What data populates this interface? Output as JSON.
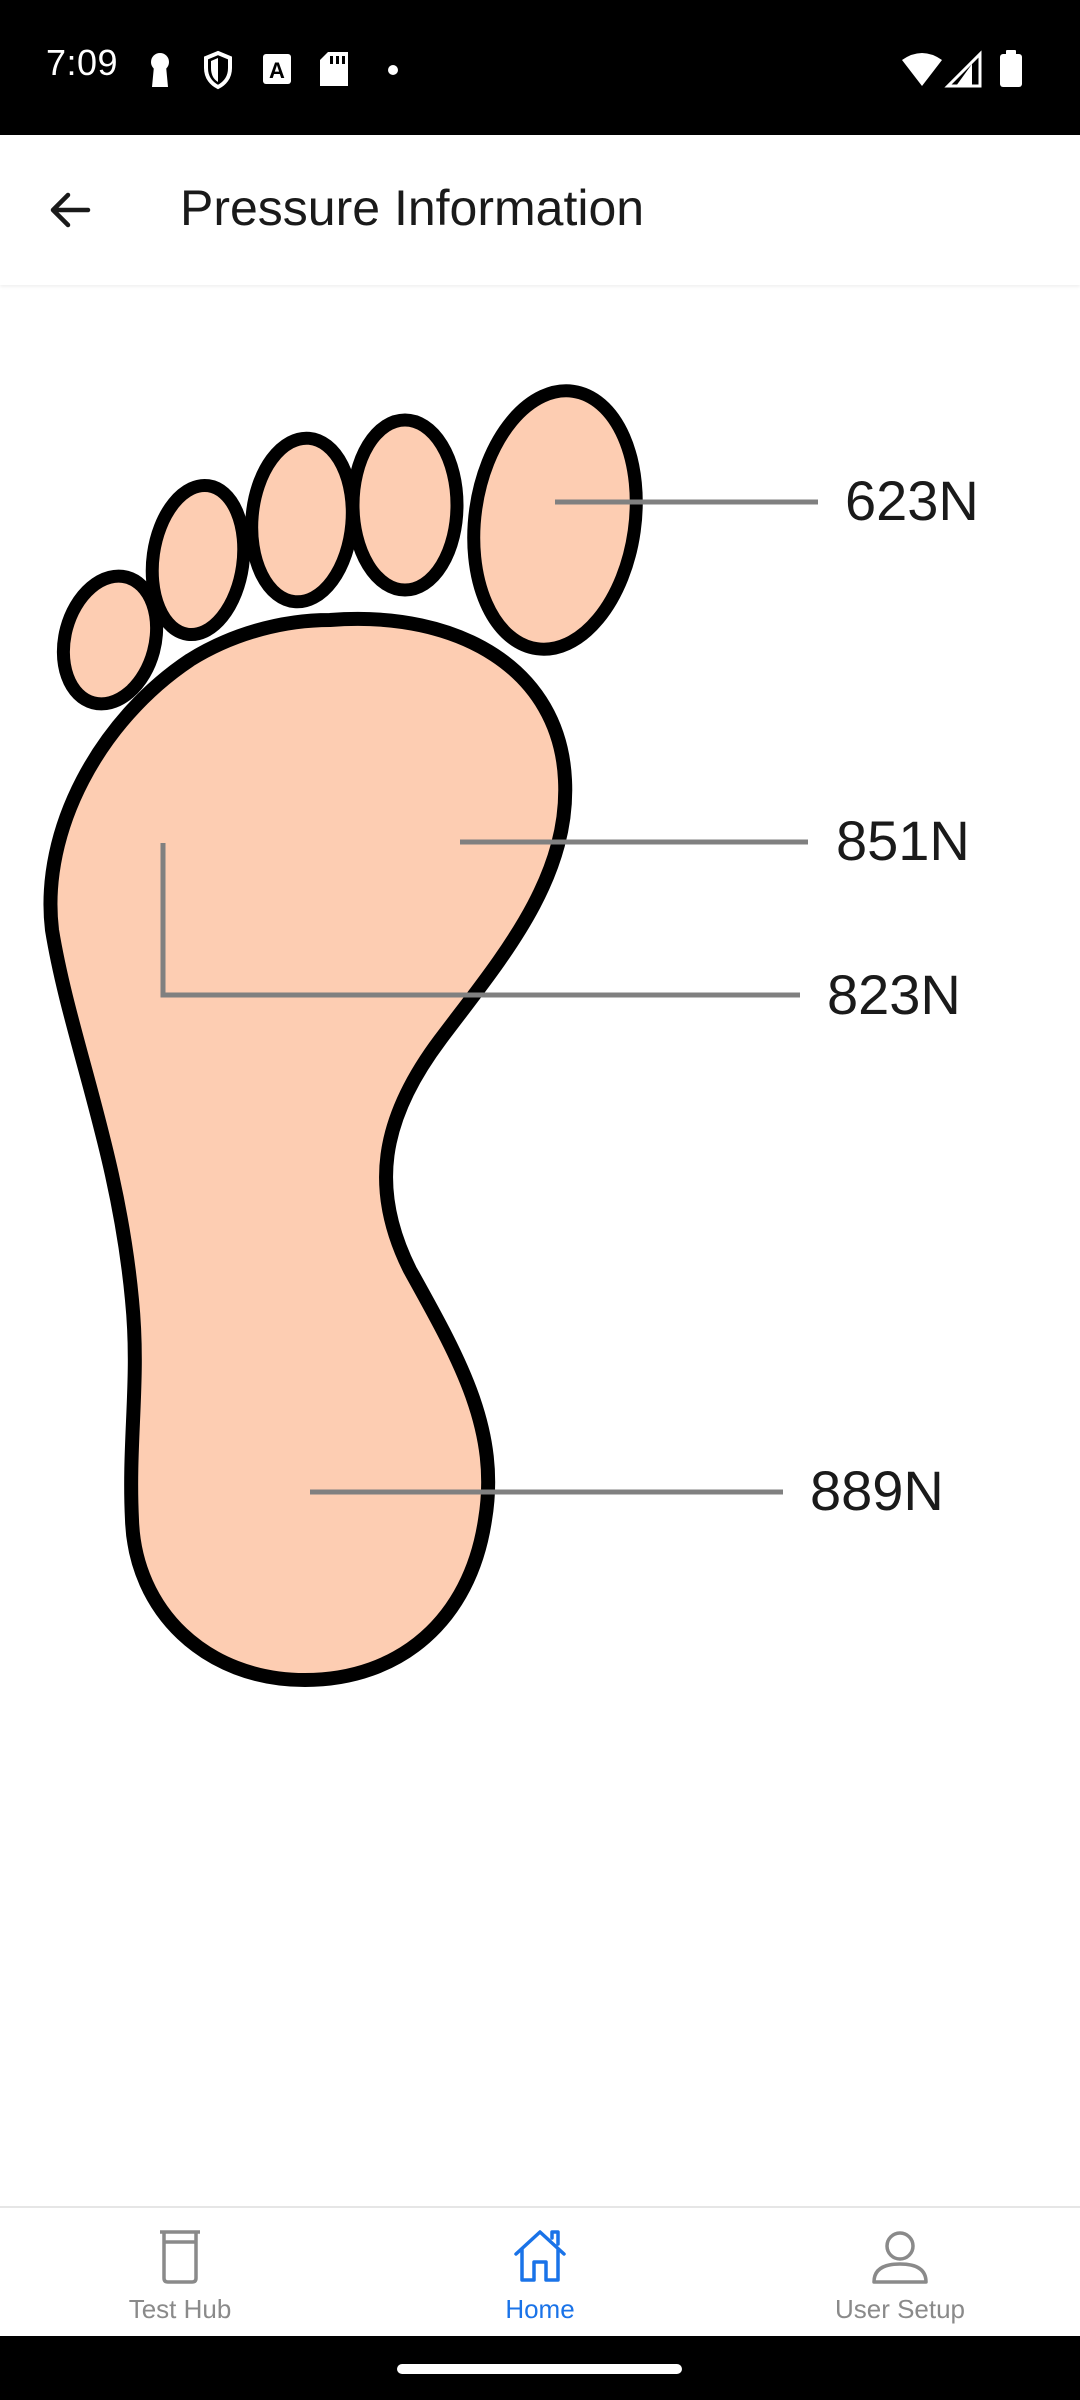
{
  "status_bar": {
    "time": "7:09",
    "left_icons": [
      "keyhole-icon",
      "shield-icon",
      "font-a-icon",
      "sd-card-icon",
      "dot-icon"
    ],
    "right_icons": [
      "wifi-icon",
      "cell-signal-icon",
      "battery-icon"
    ]
  },
  "app_bar": {
    "title": "Pressure Information",
    "back_icon": "arrow-left-icon"
  },
  "foot": {
    "skin_color": "#fdcdb2",
    "outline_color": "#000000",
    "leader_color": "#808080",
    "readings": [
      {
        "zone": "big-toe",
        "value": "623N"
      },
      {
        "zone": "forefoot",
        "value": "851N"
      },
      {
        "zone": "midfoot",
        "value": "823N"
      },
      {
        "zone": "heel",
        "value": "889N"
      }
    ]
  },
  "bottom_nav": {
    "active_color": "#1a73e8",
    "inactive_color": "#8a8a8a",
    "items": [
      {
        "label": "Test Hub",
        "icon": "beaker-icon",
        "active": false
      },
      {
        "label": "Home",
        "icon": "home-icon",
        "active": true
      },
      {
        "label": "User Setup",
        "icon": "user-icon",
        "active": false
      }
    ]
  }
}
